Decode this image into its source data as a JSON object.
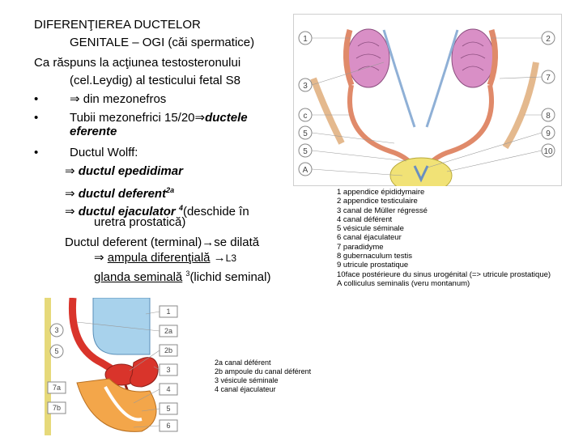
{
  "slide": {
    "title_line1": "DIFERENŢIEREA DUCTELOR",
    "title_line2": "GENITALE – OGI (căi spermatice)",
    "intro_line1": "Ca răspuns la acţiunea  testosteronului",
    "intro_line2": "(cel.Leydig) al testicului fetal S8",
    "bullet_symbol": "•",
    "bullet1": "din mezonefros",
    "bullet2_a": "Tubii mezonefrici 15/20",
    "bullet2_b": "ductele",
    "bullet2_c": "eferente",
    "bullet3": "Ductul Wolff:",
    "arrow": "⇒",
    "right_arrow": "→",
    "duct1": "ductul epedidimar",
    "duct2": "ductul deferent",
    "duct2_sup": "2a",
    "duct3": "ductul ejaculator",
    "duct3_sup": "4",
    "duct3_rest": "(deschide în",
    "duct3_cont": "uretra prostatică)",
    "terminal_a": "Ductul deferent (terminal)",
    "terminal_b": "se dilată",
    "ampula": "ampula diferenţială",
    "ampula_ref": "L3",
    "glanda": "glanda seminală",
    "glanda_sup": "3",
    "glanda_rest": "(lichid seminal)"
  },
  "figure1": {
    "labels_left": [
      "1",
      "3",
      "c",
      "5",
      "5",
      "A"
    ],
    "labels_right": [
      "2",
      "7",
      "8",
      "9",
      "10"
    ],
    "legend": [
      "1   appendice épididymaire",
      "2   appendice testiculaire",
      "3   canal de Müller régressé",
      "4   canal déférent",
      "5   vésicule séminale",
      "6   canal éjaculateur",
      "7   paradidyme",
      "8   gubernaculum testis",
      "9   utricule prostatique",
      "10face postérieure du sinus urogénital (=> utricule prostatique)",
      "A   colliculus seminalis (veru montanum)"
    ]
  },
  "figure2": {
    "labels_left": [
      "3",
      "5",
      "7a",
      "7b"
    ],
    "labels_right": [
      "1",
      "2a",
      "2b",
      "3",
      "4",
      "5",
      "6"
    ],
    "legend": [
      "2a  canal déférent",
      "2b  ampoule du canal déférent",
      "3    vésicule séminale",
      "4    canal éjaculateur"
    ]
  },
  "colors": {
    "testis": "#d98fc6",
    "duct": "#e08a6a",
    "yellow": "#f1e276",
    "mullerian": "#8fb0d6",
    "bladder": "#a8d2ec",
    "red_gland": "#d9342b",
    "orange": "#f3a64a"
  }
}
